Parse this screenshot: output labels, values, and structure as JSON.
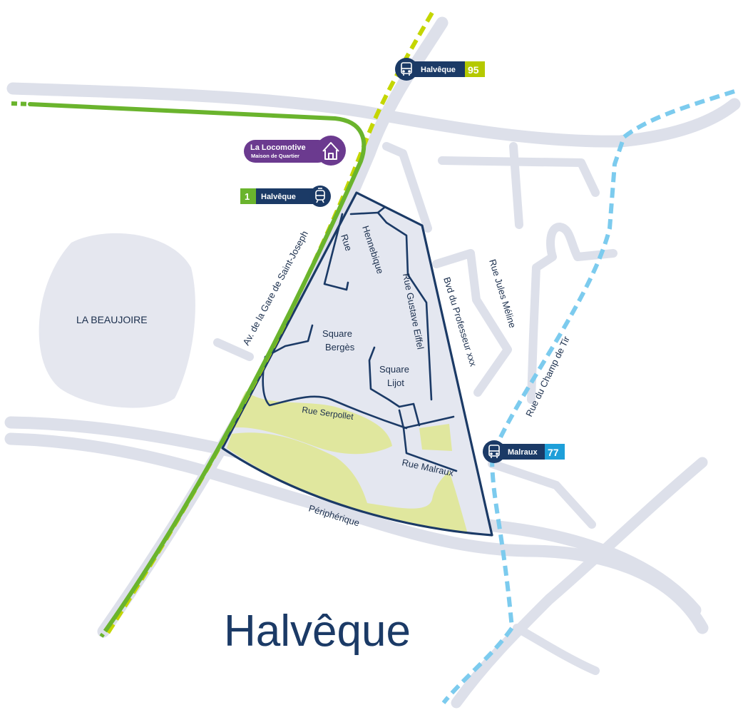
{
  "title": "Halvêque",
  "area": "LA BEAUJOIRE",
  "roads": {
    "avenue": "Av. de la Gare de  Saint-Joseph",
    "boulevard": "Bvd du Professeur xxx",
    "jules_meline": "Rue Jules Méline",
    "champ_de_tir": "Rue du Champ de Tir",
    "peripherique": "Périphérique"
  },
  "streets": {
    "hennebique_1": "Rue",
    "hennebique_2": "Hennebique",
    "gustave_eiffel": "Rue Gustave Eiffel",
    "serpollet": "Rue Serpollet",
    "malraux": "Rue Malraux"
  },
  "squares": {
    "berges_1": "Square",
    "berges_2": "Bergès",
    "lijot_1": "Square",
    "lijot_2": "Lijot"
  },
  "poi": {
    "name": "La Locomotive",
    "subtitle": "Maison de Quartier",
    "icon": "house-icon"
  },
  "stops": {
    "tram": {
      "line": "1",
      "name": "Halvêque",
      "line_color": "#6ab42d",
      "icon": "tram-icon"
    },
    "bus95": {
      "line": "95",
      "name": "Halvêque",
      "line_color": "#b5c900",
      "icon": "bus-icon"
    },
    "bus77": {
      "line": "77",
      "name": "Malraux",
      "line_color": "#1e9fd9",
      "icon": "bus-icon"
    }
  },
  "colors": {
    "navy": "#1b3a66",
    "road": "#dde0ea",
    "district_fill": "#e4e7f0",
    "park": "#e0e79e",
    "tram_line": "#6ab42d",
    "bus95_line": "#c4d600",
    "bus77_line": "#7ccbee",
    "poi_purple": "#6b3a8f"
  }
}
